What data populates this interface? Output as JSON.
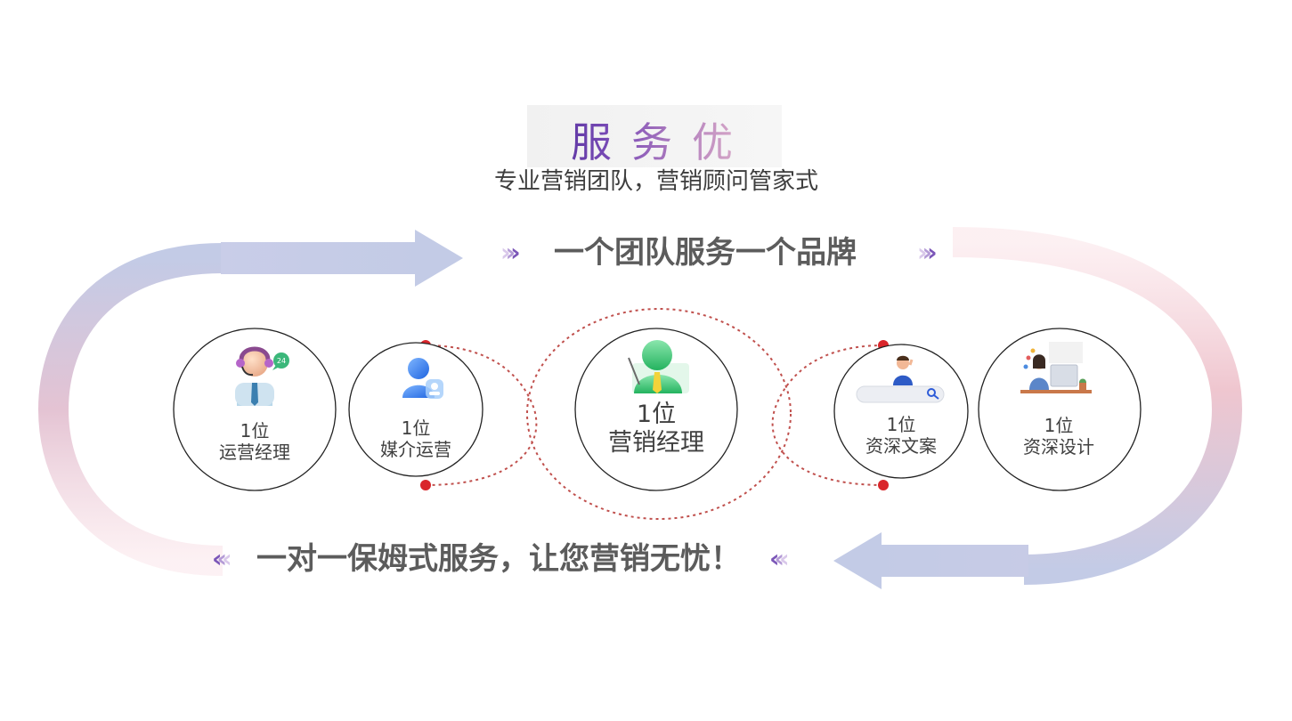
{
  "title": "服务优势",
  "subtitle": "专业营销团队，营销顾问管家式",
  "banner_top": "一个团队服务一个品牌",
  "banner_bottom": "一对一保姆式服务，让您营销无忧！",
  "colors": {
    "title_start": "#4b2a96",
    "title_end": "#f3c6ce",
    "arrow_blue": "#c3cbe6",
    "arrow_pink": "#f3cfd6",
    "dot_red": "#d9262b",
    "dotted_line": "#c0504d",
    "text_dark": "#404040"
  },
  "nodes": [
    {
      "count": "1位",
      "role": "运营经理",
      "icon": "customer-service-agent-icon"
    },
    {
      "count": "1位",
      "role": "媒介运营",
      "icon": "user-profile-icon"
    },
    {
      "count": "1位",
      "role": "营销经理",
      "icon": "manager-presenter-icon"
    },
    {
      "count": "1位",
      "role": "资深文案",
      "icon": "search-writer-icon"
    },
    {
      "count": "1位",
      "role": "资深设计",
      "icon": "designer-computer-icon"
    }
  ]
}
